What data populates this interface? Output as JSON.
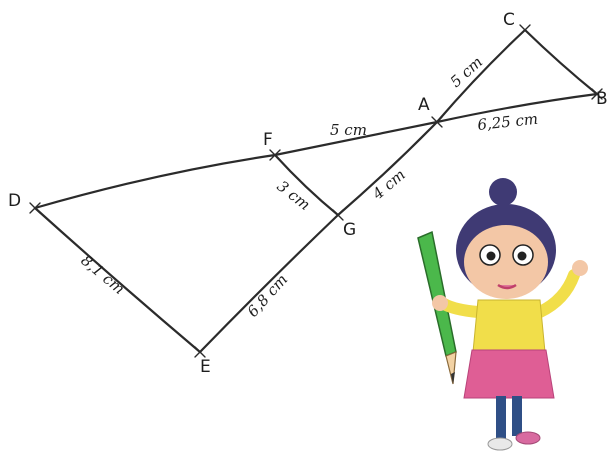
{
  "figure": {
    "points": [
      {
        "id": "A",
        "label": "A"
      },
      {
        "id": "B",
        "label": "B"
      },
      {
        "id": "C",
        "label": "C"
      },
      {
        "id": "D",
        "label": "D"
      },
      {
        "id": "E",
        "label": "E"
      },
      {
        "id": "F",
        "label": "F"
      },
      {
        "id": "G",
        "label": "G"
      }
    ],
    "segments": [
      {
        "from": "D",
        "to": "F"
      },
      {
        "from": "F",
        "to": "A",
        "length": "5 cm"
      },
      {
        "from": "A",
        "to": "B",
        "length": "6,25 cm"
      },
      {
        "from": "C",
        "to": "B"
      },
      {
        "from": "A",
        "to": "C",
        "length": "5 cm"
      },
      {
        "from": "A",
        "to": "G",
        "length": "4 cm"
      },
      {
        "from": "F",
        "to": "G",
        "length": "3 cm"
      },
      {
        "from": "G",
        "to": "E",
        "length": "6,8 cm"
      },
      {
        "from": "D",
        "to": "E",
        "length": "8,1 cm"
      }
    ]
  },
  "illustration": {
    "subject": "cartoon girl holding a green pencil",
    "colors": {
      "hair": "#3f3a74",
      "shirt": "#f1de4a",
      "skirt": "#df5e95",
      "pencil": "#4bb84b",
      "skin": "#f3c7a6",
      "leggings": "#2f4f86"
    }
  }
}
